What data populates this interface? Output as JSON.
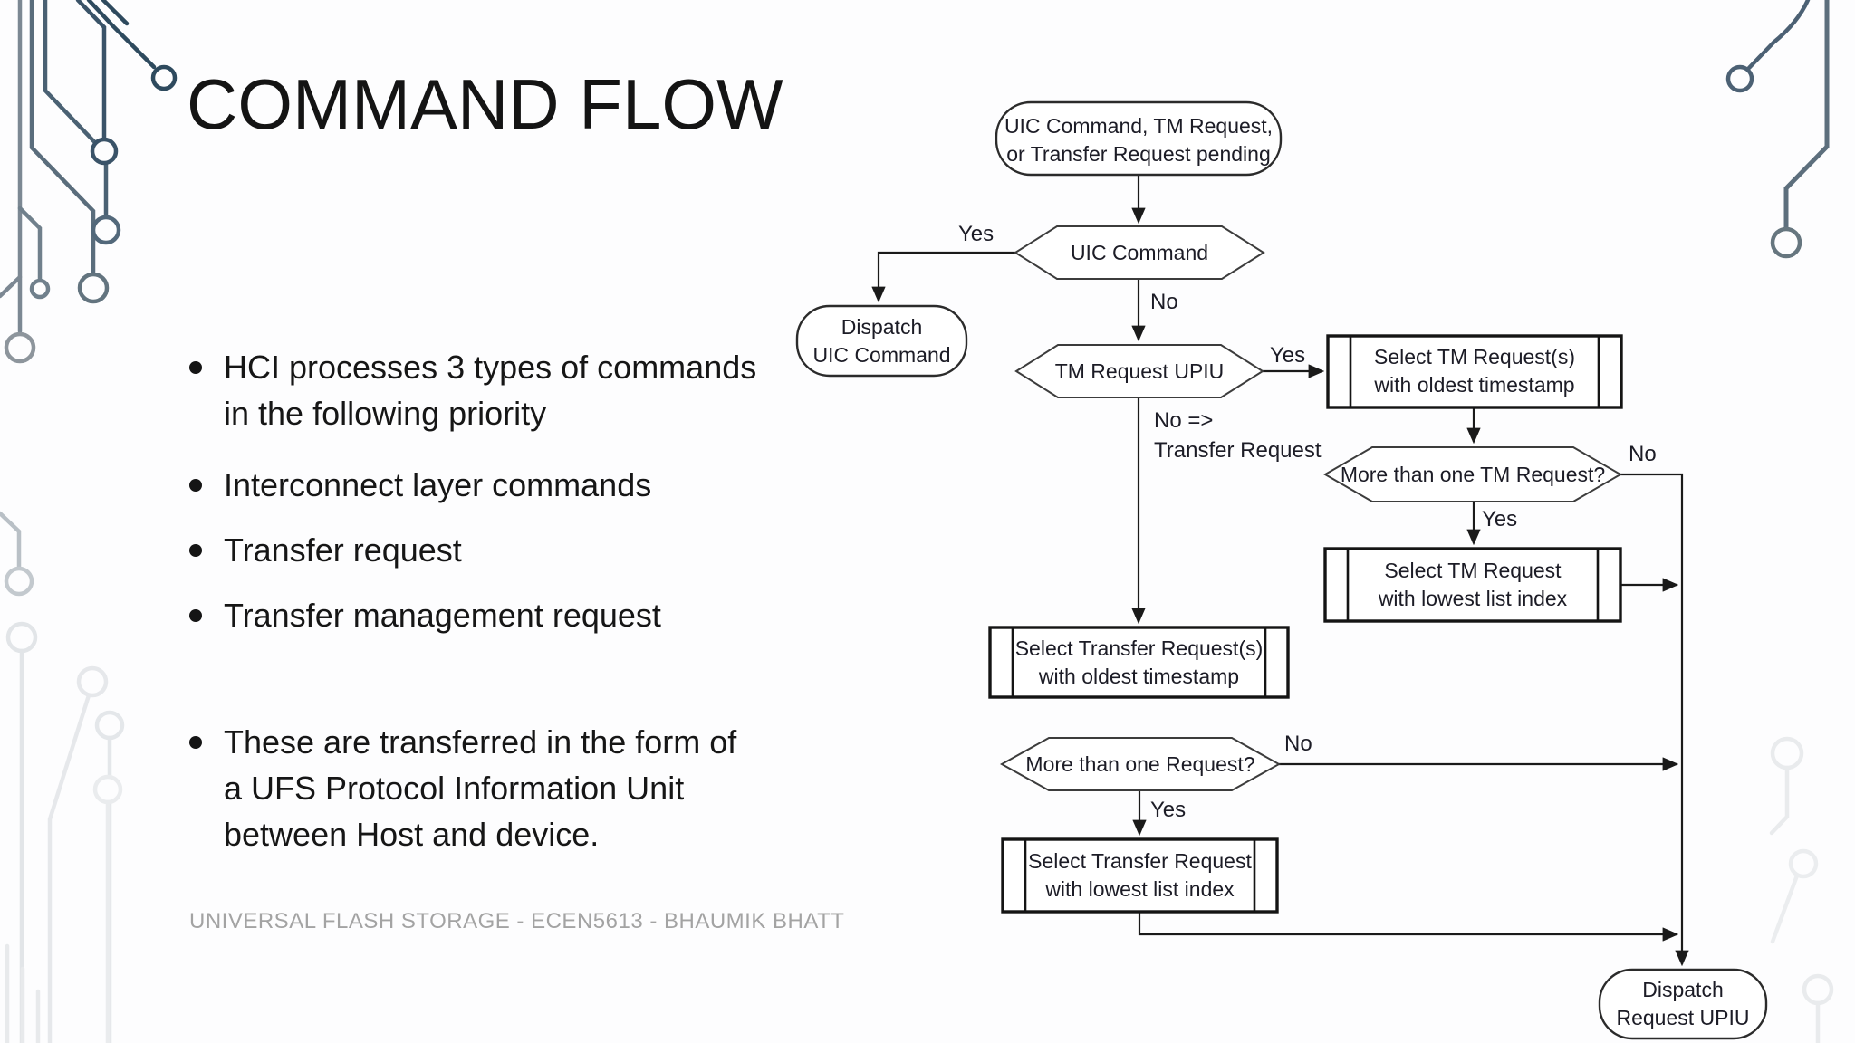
{
  "slide": {
    "title": "COMMAND FLOW",
    "bullets": [
      "HCI processes 3 types of commands in the following priority",
      "Interconnect layer commands",
      "Transfer request",
      "Transfer management request",
      "These are transferred in the form of a UFS Protocol Information Unit between Host and device."
    ],
    "footer": "UNIVERSAL FLASH STORAGE - ECEN5613 - BHAUMIK BHATT"
  },
  "flowchart": {
    "nodes": {
      "start": {
        "type": "terminator",
        "line1": "UIC Command, TM Request,",
        "line2": "or Transfer Request pending"
      },
      "uic": {
        "type": "decision",
        "label": "UIC Command"
      },
      "dispatch_uic": {
        "type": "terminator",
        "line1": "Dispatch",
        "line2": "UIC Command"
      },
      "tm": {
        "type": "decision",
        "label": "TM Request UPIU"
      },
      "select_tm_oldest": {
        "type": "process",
        "line1": "Select TM Request(s)",
        "line2": "with oldest timestamp"
      },
      "more_tm": {
        "type": "decision",
        "label": "More than one TM Request?"
      },
      "select_tm_lowest": {
        "type": "process",
        "line1": "Select TM Request",
        "line2": "with lowest list index"
      },
      "select_tr_oldest": {
        "type": "process",
        "line1": "Select Transfer Request(s)",
        "line2": "with oldest timestamp"
      },
      "more_tr": {
        "type": "decision",
        "label": "More than one Request?"
      },
      "select_tr_lowest": {
        "type": "process",
        "line1": "Select Transfer Request",
        "line2": "with lowest list index"
      },
      "dispatch_request": {
        "type": "terminator",
        "line1": "Dispatch",
        "line2": "Request UPIU"
      }
    },
    "edge_labels": {
      "uic_yes": "Yes",
      "uic_no": "No",
      "tm_yes": "Yes",
      "tm_no_line1": "No =>",
      "tm_no_line2": "Transfer Request",
      "more_tm_no": "No",
      "more_tm_yes": "Yes",
      "more_tr_no": "No",
      "more_tr_yes": "Yes"
    }
  },
  "colors": {
    "ink": "#1a1a1a",
    "footer_gray": "#a3a3a3",
    "decoration_dark_slate": "#2e4a5e",
    "decoration_mid_slate": "#5a6d7c",
    "decoration_light_gray": "#e6e8eb",
    "background": "#fdfdfe"
  }
}
